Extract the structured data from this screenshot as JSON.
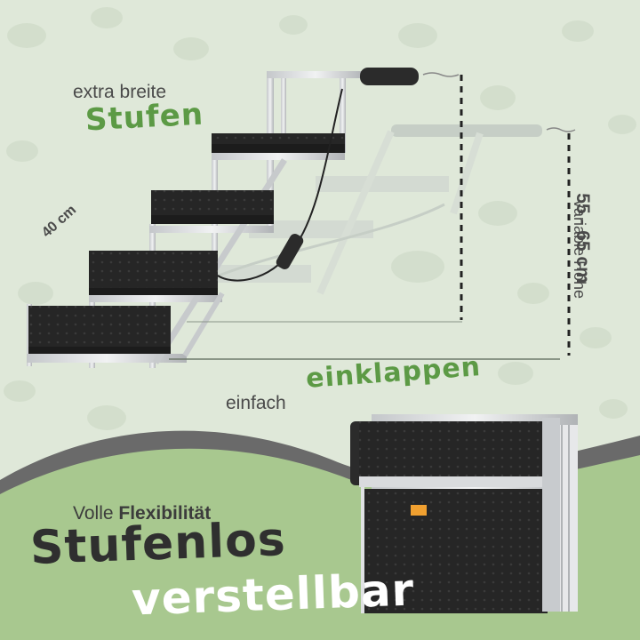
{
  "headline_top": {
    "line1": "extra breite",
    "line2": "Stufen"
  },
  "dimension_width": "40 cm",
  "dimension_height": {
    "label": "variable Höhe",
    "range": "55 - 65 cm"
  },
  "fold": {
    "prefix": "einfach",
    "highlight": "einklappen"
  },
  "bottom": {
    "subtitle_normal": "Volle",
    "subtitle_bold": "Flexibilität",
    "title_line1": "Stufenlos",
    "title_line2": "verstellbar"
  },
  "colors": {
    "background": "#dfe8d9",
    "accent_green": "#5c9a45",
    "bottom_band": "#a8c88f",
    "dark_swoosh": "#6a6a6a",
    "step_black": "#2a2a2a",
    "frame_silver": "#d7d9db"
  }
}
